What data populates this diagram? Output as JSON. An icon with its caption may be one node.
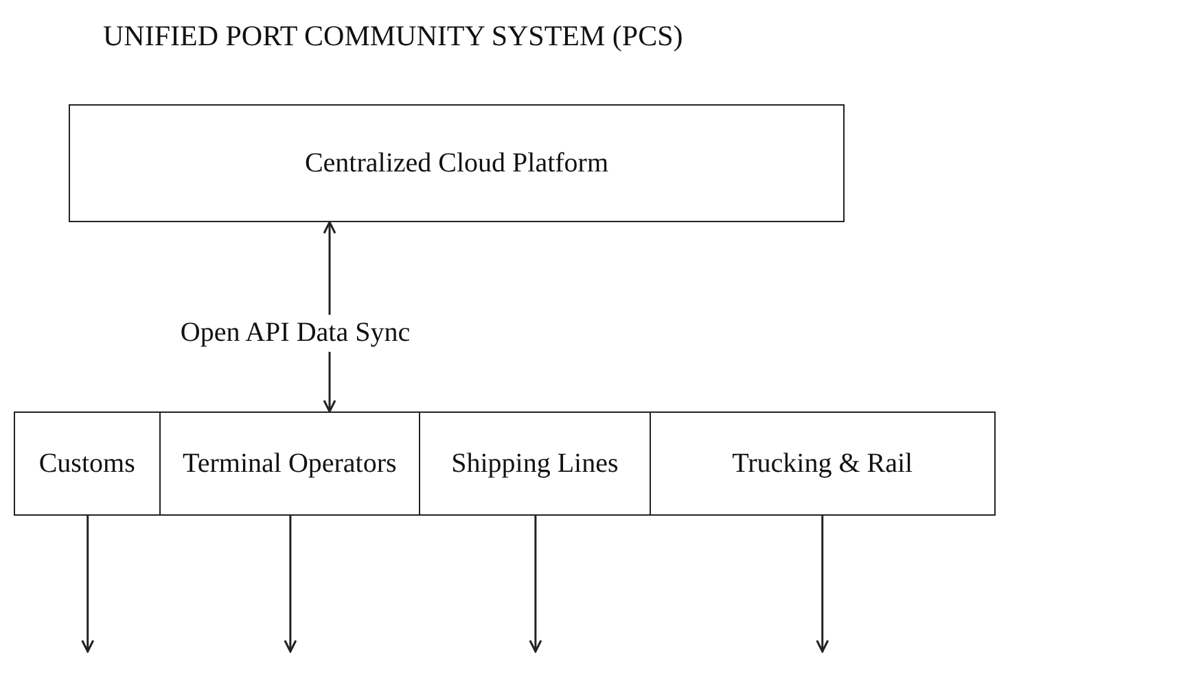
{
  "diagram": {
    "title": "UNIFIED PORT COMMUNITY SYSTEM (PCS)",
    "nodes": [
      {
        "text": [
          "Centralized Cloud Platform"
        ]
      },
      {
        "text": [],
        "shape": "box"
      },
      {
        "text": [
          "Customs"
        ],
        "in": 1
      },
      {
        "text": [
          "Terminal Operators"
        ],
        "in": 1
      },
      {
        "text": [
          "Shipping Lines"
        ],
        "in": 1
      },
      {
        "text": [
          "Trucking & Rail"
        ],
        "in": 1
      }
    ],
    "edges": [
      {
        "from": 0,
        "to": 1,
        "arrow": "both",
        "label": "Open API Data Sync"
      },
      {
        "from": 2,
        "to": null,
        "arrow": "to"
      },
      {
        "from": 3,
        "to": null,
        "arrow": "to"
      },
      {
        "from": 4,
        "to": null,
        "arrow": "to"
      },
      {
        "from": 5,
        "to": null,
        "arrow": "to"
      }
    ]
  }
}
